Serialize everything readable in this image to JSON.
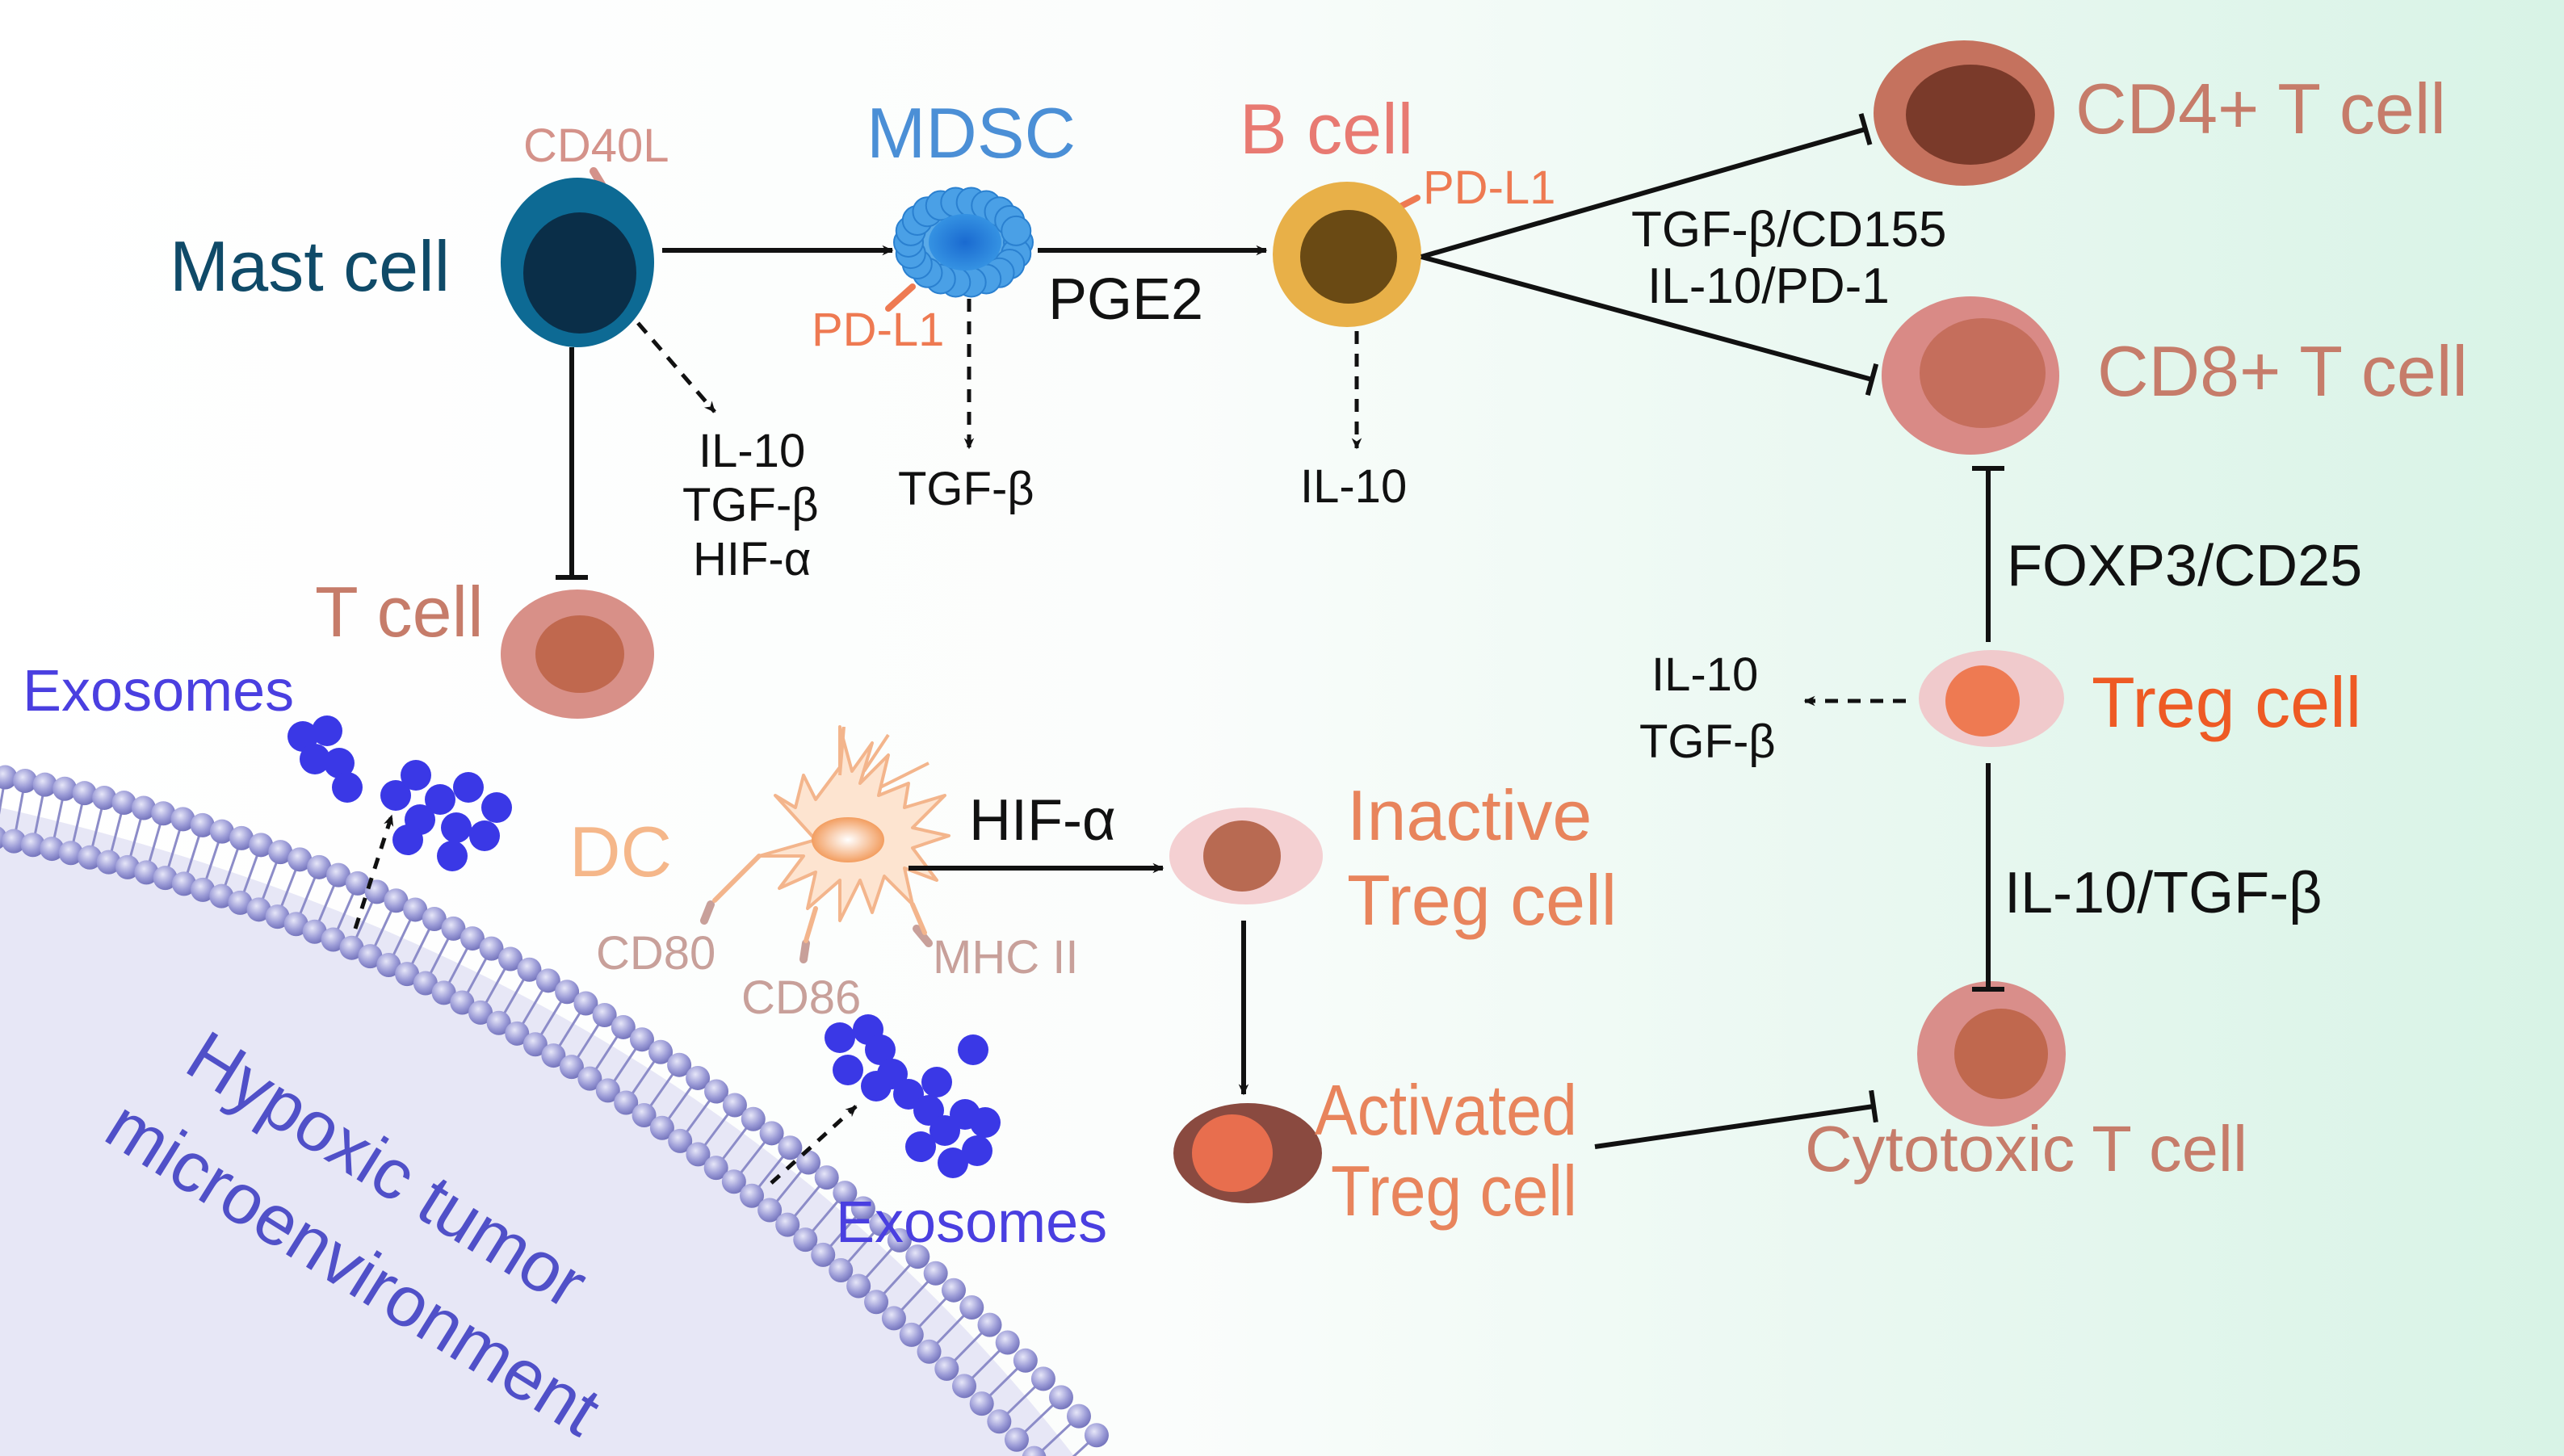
{
  "colors": {
    "mast": "#0f4a68",
    "mdsc": "#4b8fd6",
    "b_cell_label": "#e87a72",
    "pdl1": "#ee7a52",
    "cd40l": "#d4928a",
    "t_cell_label": "#c67c6a",
    "treg_label": "#ee5a24",
    "dc_label": "#f5b78a",
    "dc_marker": "#c8a09a",
    "inactive_label": "#e8845c",
    "exosome_label": "#4a3fe0",
    "hypoxic_label": "#5050c8",
    "black": "#111111"
  },
  "labels": {
    "mast_cell": "Mast cell",
    "cd40l": "CD40L",
    "mdsc": "MDSC",
    "mdsc_pdl1": "PD-L1",
    "b_cell": "B cell",
    "b_pdl1": "PD-L1",
    "pge2": "PGE2",
    "cd4": "CD4+ T cell",
    "cd8": "CD8+ T cell",
    "tgf_cd155": "TGF-β/CD155",
    "il10_pd1": "IL-10/PD-1",
    "mast_il10": "IL-10",
    "mast_tgf": "TGF-β",
    "mast_hif": "HIF-α",
    "mdsc_tgf": "TGF-β",
    "b_il10": "IL-10",
    "t_cell": "T cell",
    "exosomes_top": "Exosomes",
    "exosomes_bottom": "Exosomes",
    "foxp3": "FOXP3/CD25",
    "treg": "Treg cell",
    "treg_il10": "IL-10",
    "treg_tgf": "TGF-β",
    "dc": "DC",
    "cd80": "CD80",
    "cd86": "CD86",
    "mhc": "MHC II",
    "dc_hif": "HIF-α",
    "inactive_1": "Inactive",
    "inactive_2": "Treg cell",
    "il10_tgf": "IL-10/TGF-β",
    "activated_1": "Activated",
    "activated_2": "Treg cell",
    "cytotoxic": "Cytotoxic T cell",
    "hypoxic_1": "Hypoxic tumor",
    "hypoxic_2": "microenvironment"
  }
}
